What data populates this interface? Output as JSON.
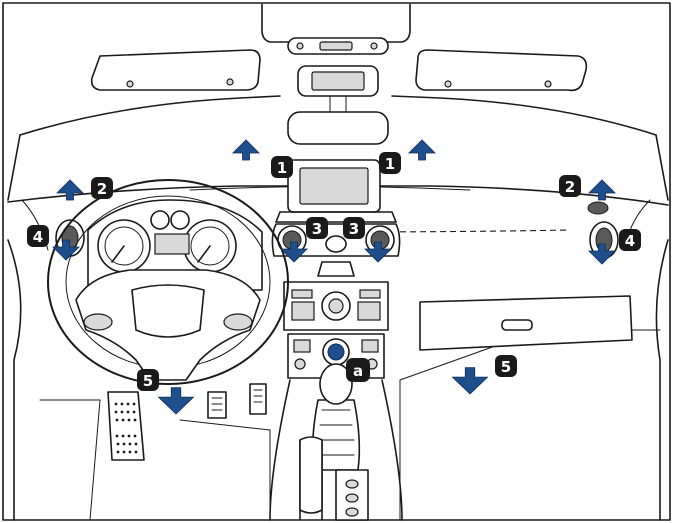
{
  "colors": {
    "arrow": "#1f4e8c",
    "outline": "#1a1a1a",
    "callout": "#1a1a1a",
    "background": "#ffffff"
  },
  "callouts": [
    {
      "id": "1",
      "label": "1"
    },
    {
      "id": "2",
      "label": "2"
    },
    {
      "id": "3",
      "label": "3"
    },
    {
      "id": "4",
      "label": "4"
    },
    {
      "id": "5",
      "label": "5"
    },
    {
      "id": "a",
      "label": "a"
    }
  ],
  "airflow_groups": [
    {
      "callout": "1",
      "direction": "up",
      "count": 2
    },
    {
      "callout": "2",
      "direction": "up",
      "count": 2
    },
    {
      "callout": "3",
      "direction": "down",
      "count": 2
    },
    {
      "callout": "4",
      "direction": "down",
      "count": 2
    },
    {
      "callout": "5",
      "direction": "down",
      "count": 2
    }
  ]
}
